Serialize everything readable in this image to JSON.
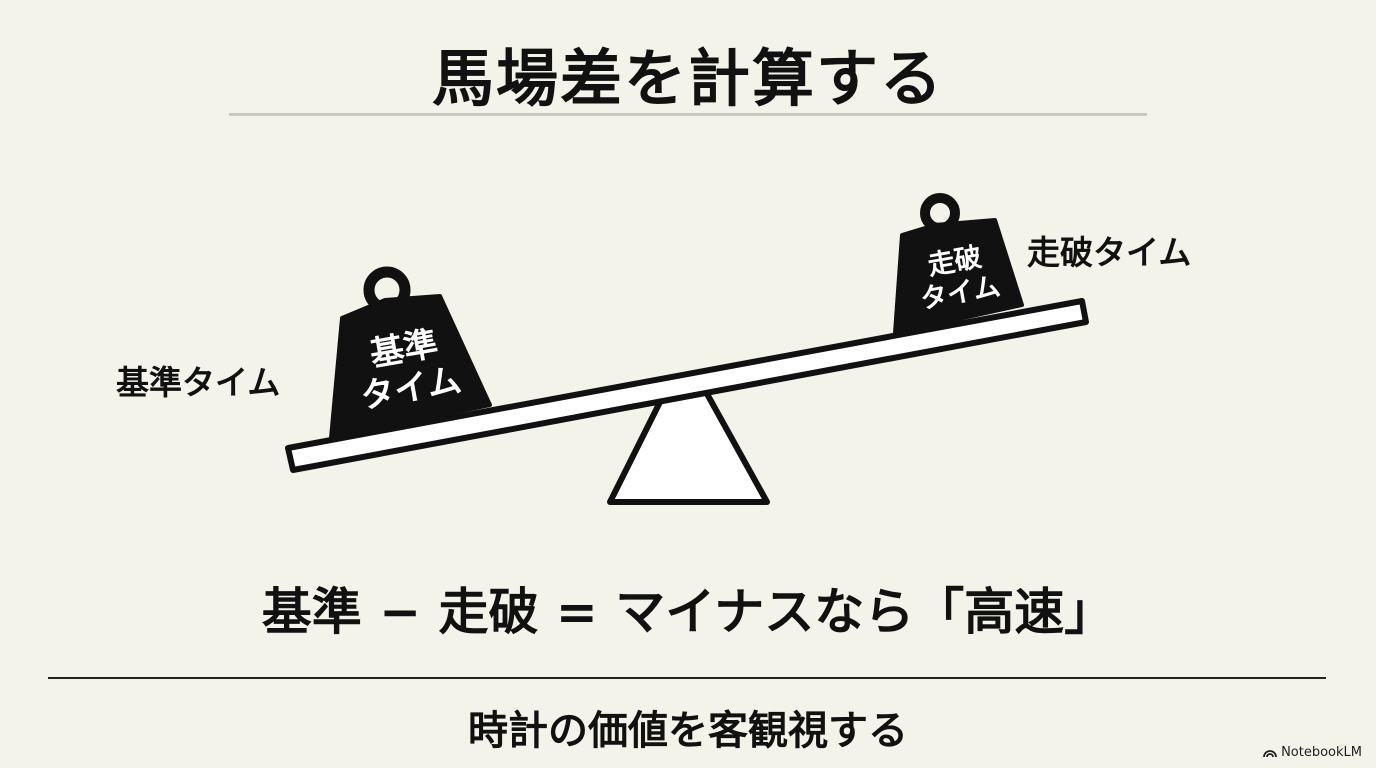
{
  "title": "馬場差を計算する",
  "labels": {
    "left": "基準タイム",
    "right": "走破タイム"
  },
  "weights": {
    "left": {
      "line1": "基準",
      "line2": "タイム"
    },
    "right": {
      "line1": "走破",
      "line2": "タイム"
    }
  },
  "formula": "基準 − 走破 = マイナスなら「高速」",
  "subtitle": "時計の価値を客観視する",
  "brand": "NotebookLM",
  "colors": {
    "background": "#f4f3ea",
    "ink": "#111111"
  }
}
